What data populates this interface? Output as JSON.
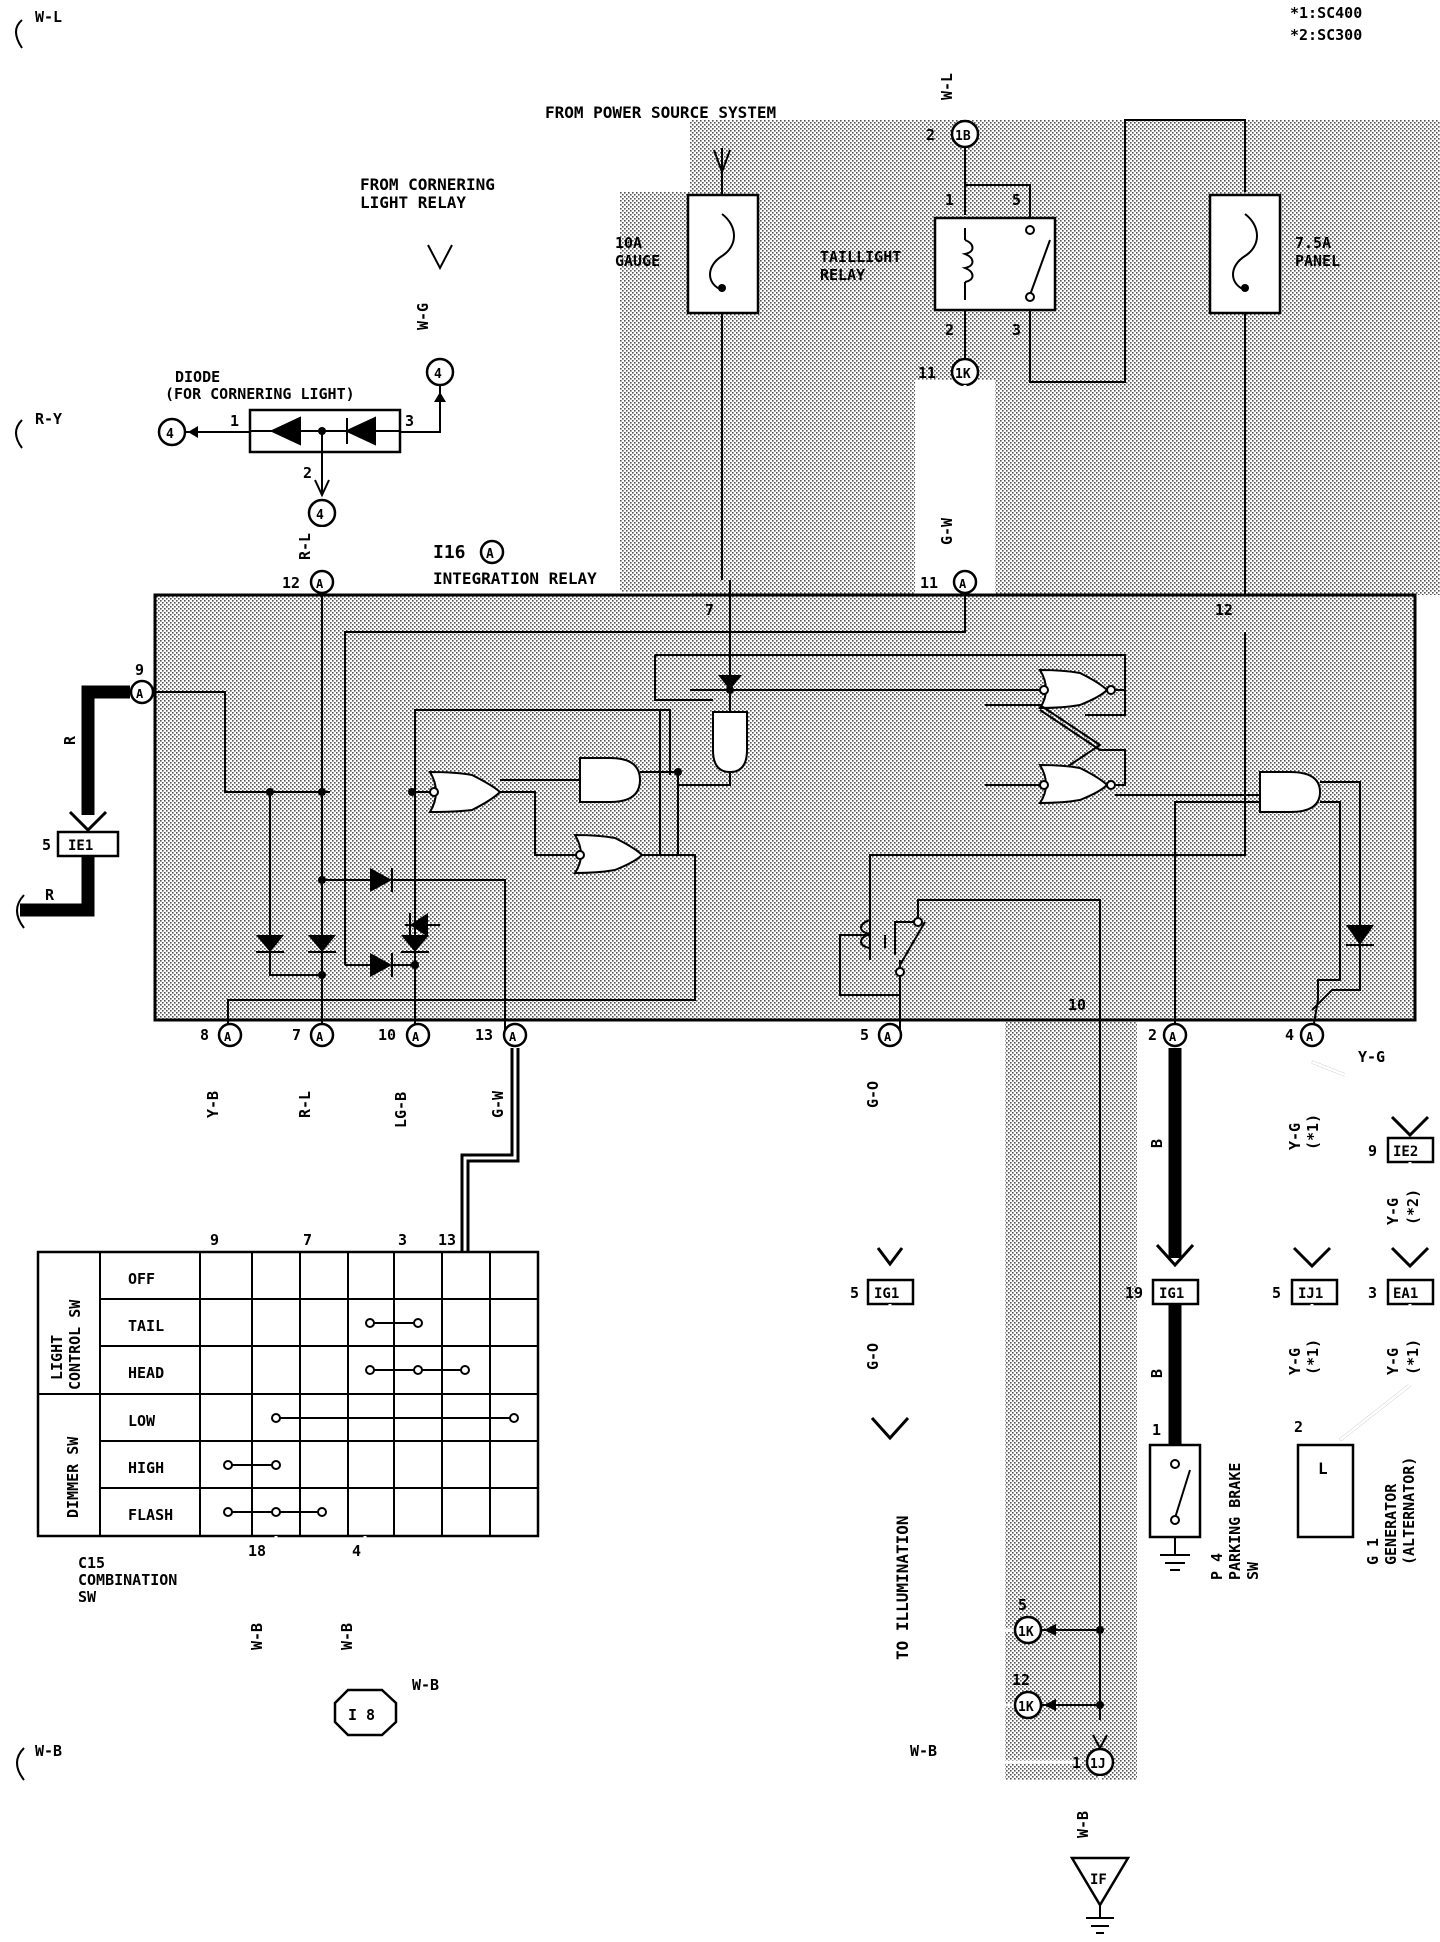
{
  "header": {
    "note1": "*1:SC400",
    "note2": "*2:SC300"
  },
  "sources": {
    "power": "FROM POWER SOURCE SYSTEM",
    "cornering_1": "FROM CORNERING",
    "cornering_2": "LIGHT RELAY"
  },
  "wires": {
    "wl": "W-L",
    "wg": "W-G",
    "ry": "R-Y",
    "rl": "R-L",
    "gw": "G-W",
    "r": "R",
    "yb": "Y-B",
    "lgb": "LG-B",
    "go": "G-O",
    "b": "B",
    "yg": "Y-G",
    "wb": "W-B"
  },
  "notes": {
    "n1": "(*1)",
    "n2": "(*2)"
  },
  "fuses": {
    "gauge_amp": "10A",
    "gauge_name": "GAUGE",
    "panel_amp": "7.5A",
    "panel_name": "PANEL"
  },
  "taillight_relay": {
    "line1": "TAILLIGHT",
    "line2": "RELAY"
  },
  "diode": {
    "line1": "DIODE",
    "line2": "(FOR CORNERING LIGHT)"
  },
  "integration_relay": {
    "code": "I16",
    "conn": "A",
    "name": "INTEGRATION RELAY"
  },
  "connectors": {
    "c1B": "1B",
    "c1K": "1K",
    "c4": "4",
    "cA": "A",
    "IE1": "IE1",
    "IE2": "IE2",
    "IG1": "IG1",
    "IJ1": "IJ1",
    "EA1": "EA1",
    "I8": "I 8",
    "c1J": "1J",
    "IF": "IF"
  },
  "pins": {
    "p1": "1",
    "p2": "2",
    "p3": "3",
    "p4": "4",
    "p5": "5",
    "p7": "7",
    "p8": "8",
    "p9": "9",
    "p10": "10",
    "p11": "11",
    "p12": "12",
    "p13": "13",
    "p18": "18",
    "p19": "19"
  },
  "combination_sw": {
    "light_group": [
      "LIGHT",
      "CONTROL SW"
    ],
    "dimmer_group": "DIMMER SW",
    "rows": [
      "OFF",
      "TAIL",
      "HEAD",
      "LOW",
      "HIGH",
      "FLASH"
    ],
    "code": "C15",
    "name_1": "COMBINATION",
    "name_2": "SW"
  },
  "parking_brake": {
    "code": "P 4",
    "name_1": "PARKING BRAKE",
    "name_2": "SW"
  },
  "generator": {
    "terminal": "L",
    "code": "G 1",
    "name_1": "GENERATOR",
    "name_2": "(ALTERNATOR)"
  },
  "illumination": "TO ILLUMINATION"
}
